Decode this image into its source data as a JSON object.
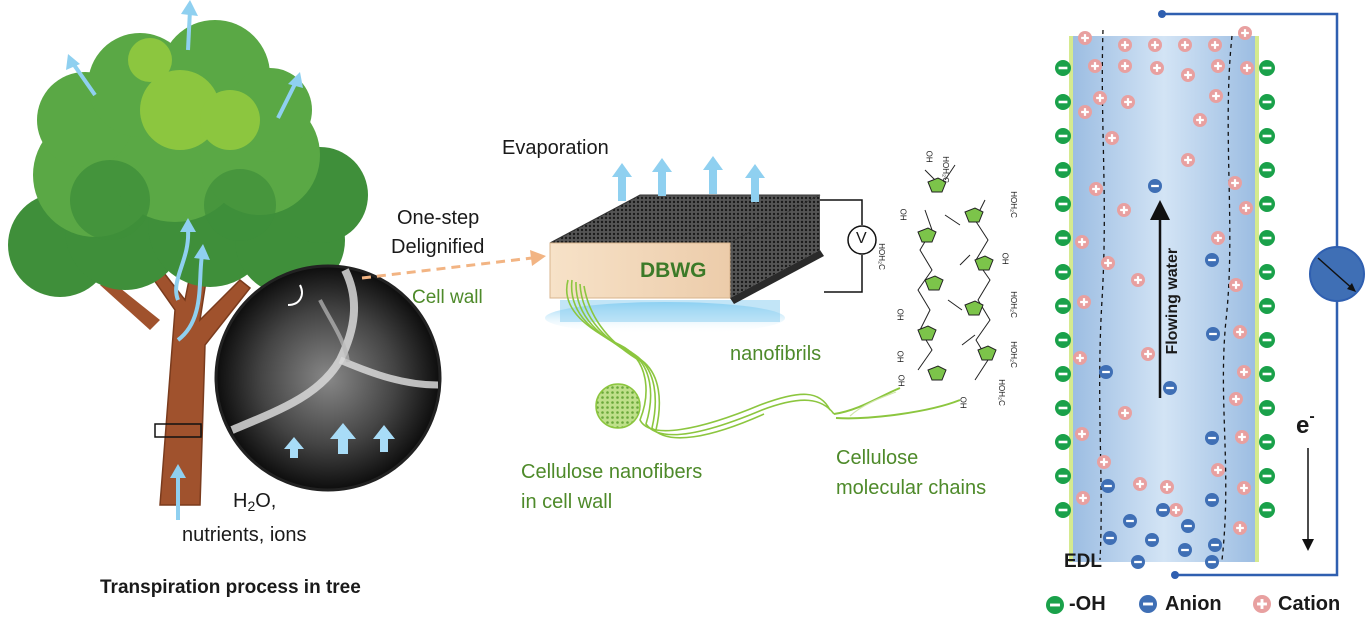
{
  "tree": {
    "caption": "Transpiration process in tree",
    "input_h": "H",
    "input_sub": "2",
    "input_rest": "O,",
    "input_line2": "nutrients, ions"
  },
  "process": {
    "step_line1": "One-step",
    "step_line2": "Delignified",
    "cell_wall": "Cell wall"
  },
  "device": {
    "evaporation": "Evaporation",
    "name": "DBWG",
    "voltmeter": "V"
  },
  "cellulose": {
    "nanofibrils": "nanofibrils",
    "fibers_line1": "Cellulose nanofibers",
    "fibers_line2": "in cell wall",
    "chains_line1": "Cellulose",
    "chains_line2": "molecular chains",
    "oh": "HO",
    "ch2oh": "HOH₂C"
  },
  "channel": {
    "flow": "Flowing water",
    "edl": "EDL",
    "electron": "e",
    "electron_sup": "-"
  },
  "legend": {
    "oh": "-OH",
    "anion": "Anion",
    "cation": "Cation"
  },
  "colors": {
    "leaf_dark": "#3f8f3a",
    "leaf_mid": "#5aa845",
    "leaf_light": "#8cc63f",
    "trunk": "#a0522d",
    "arrow": "#8fd0f0",
    "green_text": "#4e8a2a",
    "oh_site": "#1aa14a",
    "anion": "#3f6fb5",
    "cation": "#e8a0a0",
    "channel": "#b8d2ee",
    "circuit": "#2f5fb0"
  }
}
